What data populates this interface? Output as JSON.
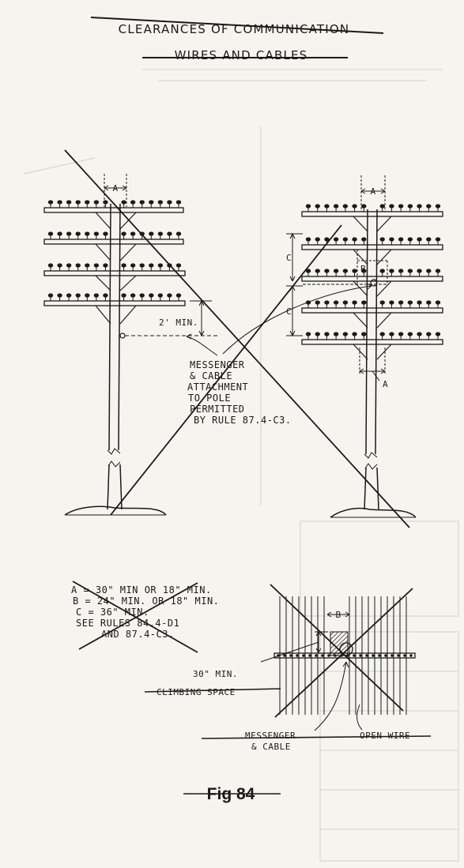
{
  "title": {
    "line1": "CLEARANCES OF COMMUNICATION",
    "line2": "WIRES AND CABLES"
  },
  "left_pole": {
    "dim_a": "A",
    "dim_min": "2' MIN."
  },
  "right_pole": {
    "dim_a_top": "A",
    "dim_a_bottom": "A",
    "dim_b": "B",
    "dim_c_upper": "C",
    "dim_c_lower": "C"
  },
  "attachment_note": {
    "lines": [
      "MESSENGER",
      "& CABLE",
      "ATTACHMENT",
      "TO POLE",
      "PERMITTED",
      "BY RULE 87.4-C3."
    ]
  },
  "clearance_notes": {
    "lines": [
      "A = 30\" MIN OR 18\" MIN.",
      "B = 24\" MIN. OR 18\" MIN.",
      "C = 36\" MIN.",
      "SEE RULES 84.4-D1",
      "AND 87.4-C3."
    ]
  },
  "plan_view": {
    "dim_b": "B",
    "min_30": "30\" MIN.",
    "climbing_space": "CLIMBING SPACE",
    "messenger_cable_line1": "MESSENGER",
    "messenger_cable_line2": "& CABLE",
    "open_wire": "OPEN WIRE"
  },
  "figure_caption": "Fig 84",
  "colors": {
    "paper": "#f5f4ef",
    "ink": "#1a1a1a"
  }
}
